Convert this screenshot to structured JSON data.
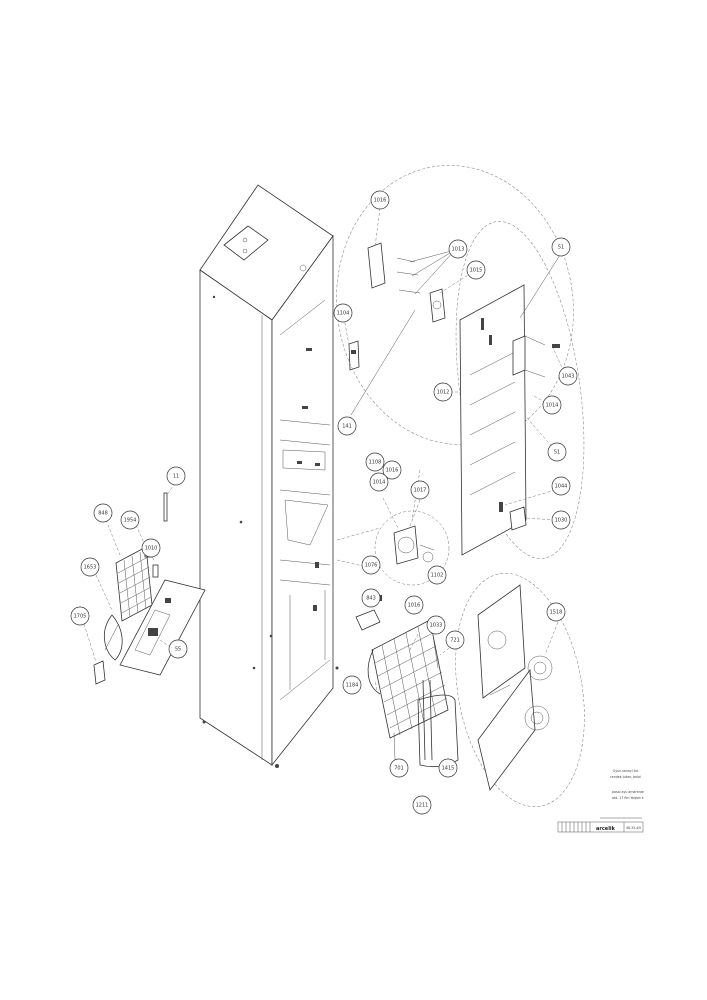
{
  "diagram": {
    "callouts": {
      "c1016": "1016",
      "c1013": "1013",
      "c1015": "1015",
      "c51a": "51",
      "c1104": "1104",
      "c1043": "1043",
      "c1012": "1012",
      "c1014": "1014",
      "c141": "141",
      "c51b": "51",
      "c1044": "1044",
      "c1030": "1030",
      "c1108": "1108",
      "c1016b": "1016",
      "c1014b": "1014",
      "c1017": "1017",
      "c1076": "1076",
      "c1102": "1102",
      "c11": "11",
      "c848": "848",
      "c1954": "1954",
      "c1010": "1010",
      "c1653": "1653",
      "c1705": "1705",
      "c55": "55",
      "c1016c": "1016",
      "c843": "843",
      "c1033": "1033",
      "c721": "721",
      "c1184": "1184",
      "c1518": "1518",
      "c701": "701",
      "c1415": "1415",
      "c1211": "1211"
    },
    "title_block": {
      "note_line1": "Uyun sanayi ltd.",
      "note_line2": "cendek tubar, bolai",
      "note_line3": "pasal ayu amarente",
      "note_line4": "atd. 17 fim Yalpan k",
      "doc_number": "48.35.4/0",
      "brand": "arcelik"
    }
  }
}
